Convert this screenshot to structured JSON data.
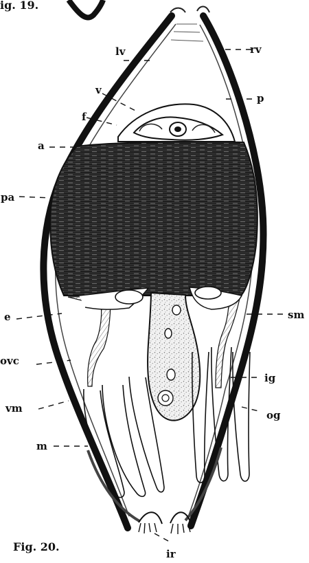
{
  "figure_labels": {
    "top": "ig. 19.",
    "bottom": "Fig. 20."
  },
  "labels": {
    "lv": "lv",
    "rv": "rv",
    "v": "v",
    "p": "p",
    "f": "f",
    "a": "a",
    "pa": "pa",
    "e": "e",
    "sm": "sm",
    "ovc": "ovc",
    "ig": "ig",
    "vm": "vm",
    "og": "og",
    "m": "m",
    "ir": "ir"
  },
  "colors": {
    "ink": "#111111",
    "muscle": "#202020",
    "paper": "#ffffff",
    "stipple": "#bdbdbd"
  }
}
